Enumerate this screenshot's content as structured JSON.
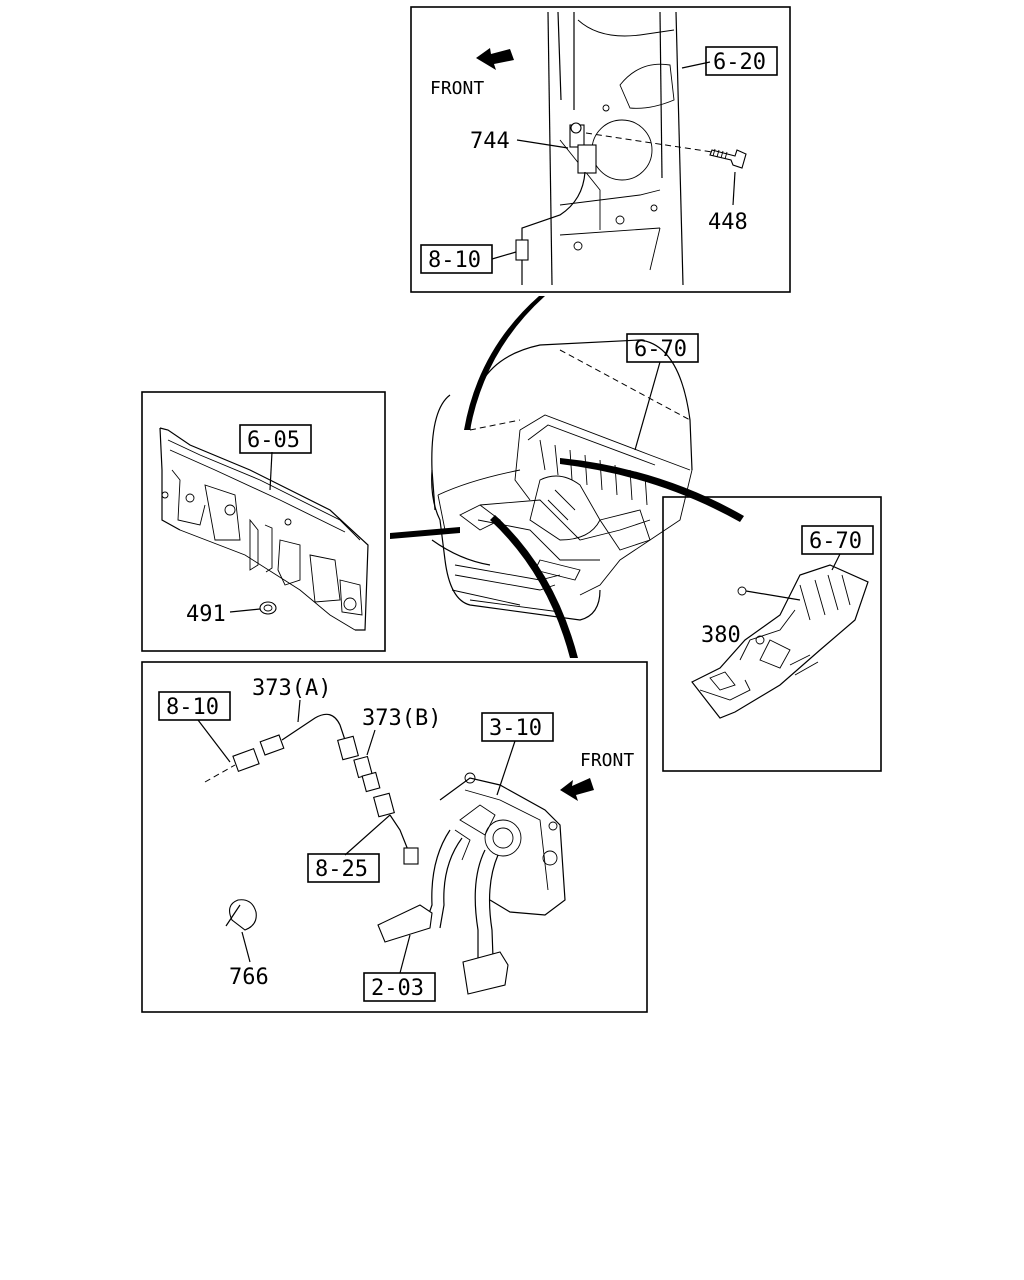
{
  "panels": {
    "top": {
      "front_label": "FRONT",
      "refs": {
        "r620": "6-20",
        "r810": "8-10"
      },
      "parts": {
        "p744": "744",
        "p448": "448"
      }
    },
    "center": {
      "refs": {
        "r670": "6-70"
      }
    },
    "left": {
      "refs": {
        "r605": "6-05"
      },
      "parts": {
        "p491": "491"
      }
    },
    "right": {
      "refs": {
        "r670": "6-70"
      },
      "parts": {
        "p380": "380"
      }
    },
    "bottom": {
      "front_label": "FRONT",
      "refs": {
        "r810": "8-10",
        "r310": "3-10",
        "r825": "8-25",
        "r203": "2-03"
      },
      "parts": {
        "p373a": "373(A)",
        "p373b": "373(B)",
        "p766": "766"
      }
    }
  }
}
